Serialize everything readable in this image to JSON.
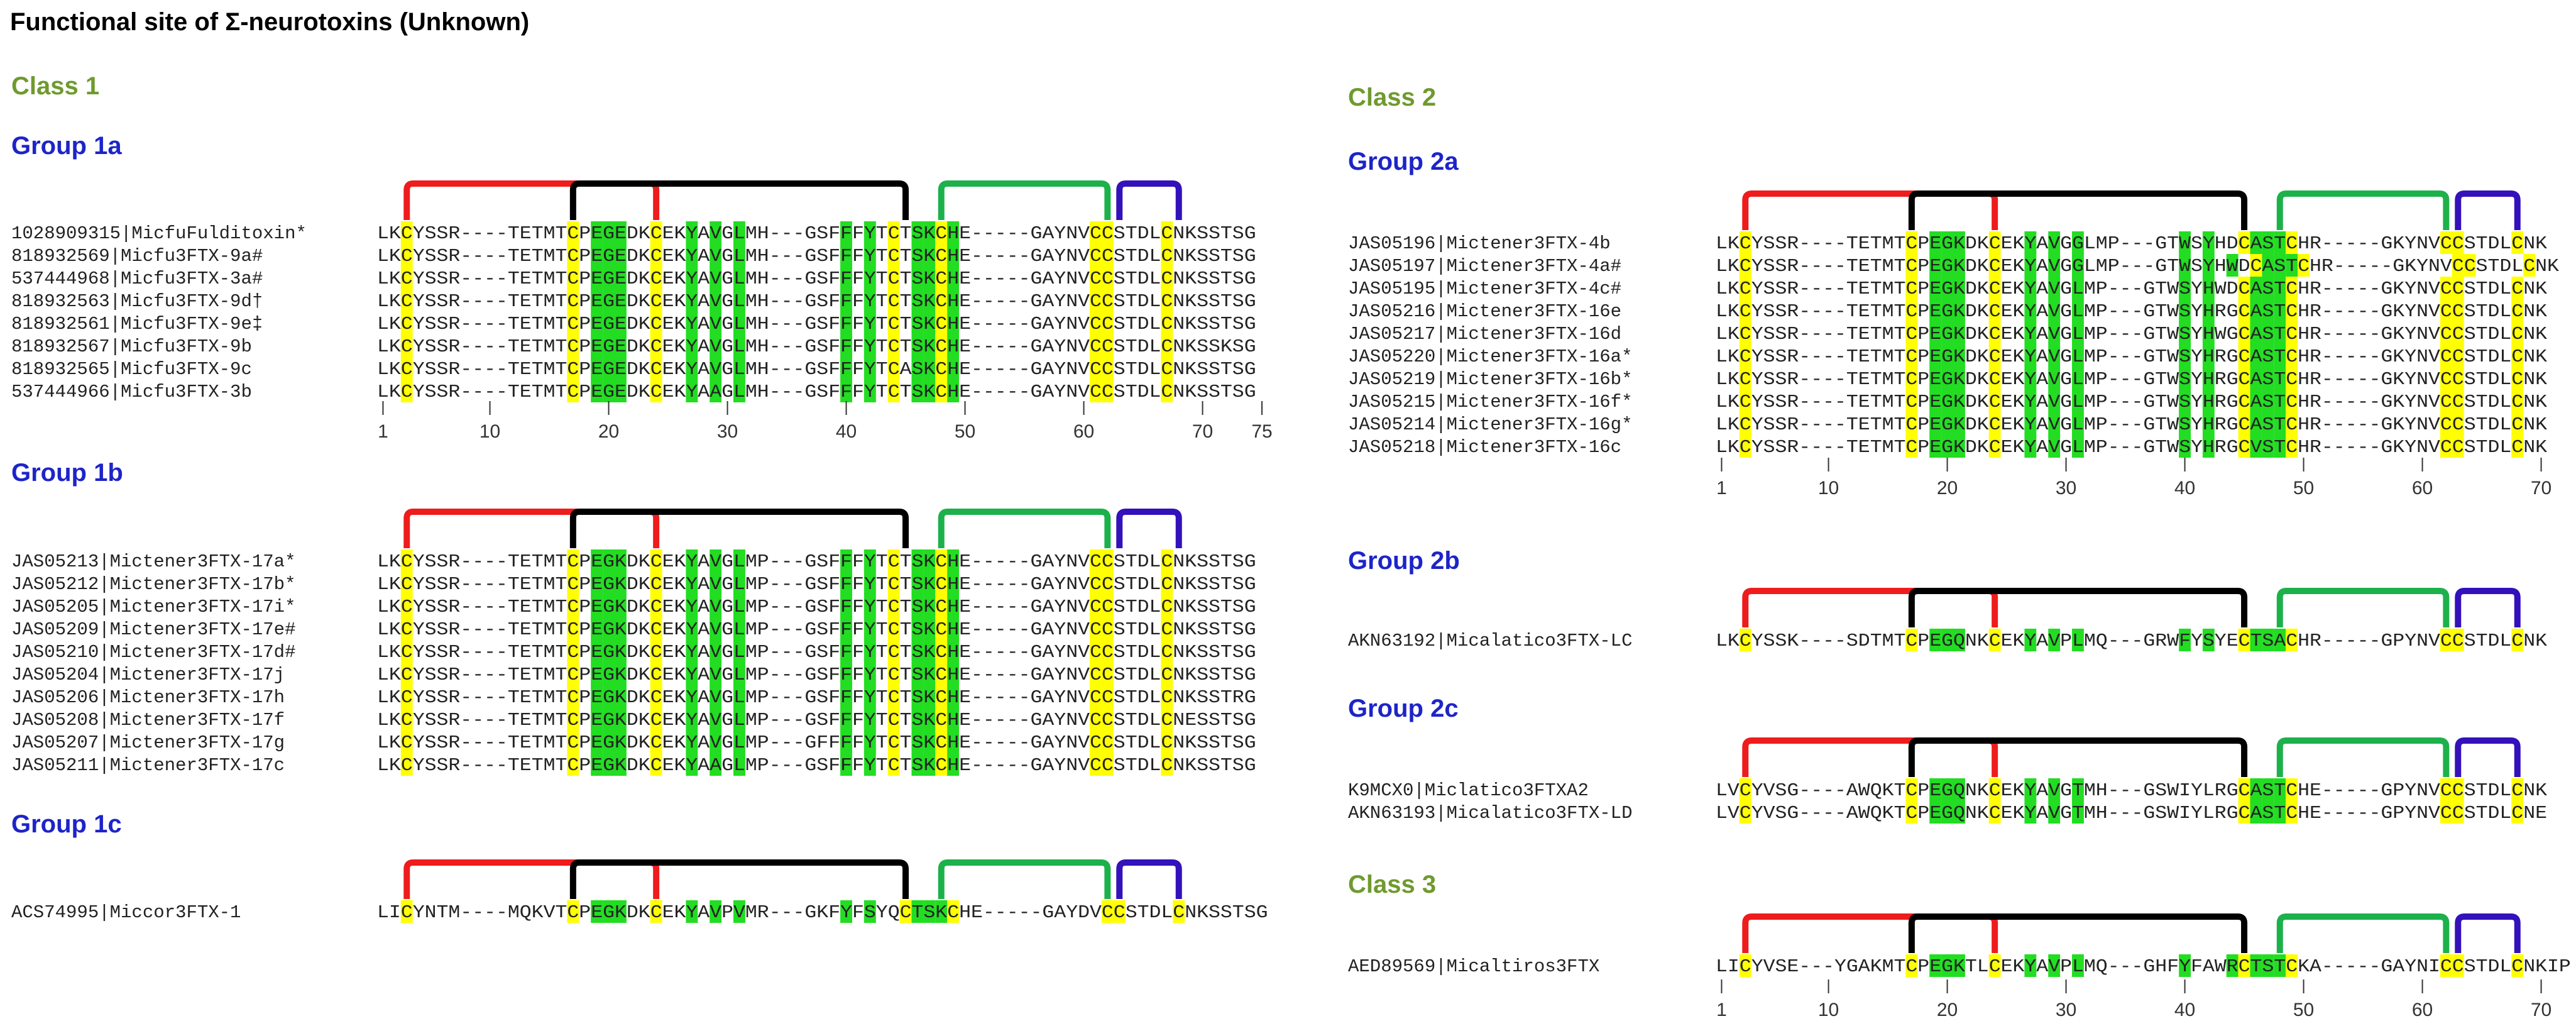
{
  "title": "Functional site of Σ-neurotoxins (Unknown)",
  "colors": {
    "class_heading": "#6f9a2f",
    "group_heading": "#1d24c8",
    "cysteine": "#ffff00",
    "conserved": "#22dd22",
    "cyan_highlight": "#22eaea",
    "magenta_highlight": "#ff22ff",
    "bracket_1": "#ee1c1c",
    "bracket_2": "#000000",
    "bracket_3": "#1db14b",
    "bracket_4": "#3311bb"
  },
  "left": {
    "class_label": "Class 1",
    "ruler_ticks": [
      "1",
      "10",
      "20",
      "30",
      "40",
      "50",
      "60",
      "70",
      "75"
    ],
    "groups": [
      {
        "name": "Group 1a",
        "rows": [
          {
            "id": "1028909315|MicfuFulditoxin*",
            "seq": "LKCYSSR----TETMTCPEGEDKCEKYAVGLMH---GSFFFYTCTSKCHE-----GAYNVCCSTDLCNKSSTSG"
          },
          {
            "id": "818932569|Micfu3FTX-9a#",
            "seq": "LKCYSSR----TETMTCPEGEDKCEKYAVGLMH---GSFFFYTCTSKCHE-----GAYNVCCSTDLCNKSSTSG"
          },
          {
            "id": "537444968|Micfu3FTX-3a#",
            "seq": "LKCYSSR----TETMTCPEGEDKCEKYAVGLMH---GSFFFYTCTSKCHE-----GAYNVCCSTDLCNKSSTSG"
          },
          {
            "id": "818932563|Micfu3FTX-9d†",
            "seq": "LKCYSSR----TETMTCPEGEDKCEKYAVGLMH---GSFFFYTCTSKCHE-----GAYNVCCSTDLCNKSSTSG"
          },
          {
            "id": "818932561|Micfu3FTX-9e‡",
            "seq": "LKCYSSR----TETMTCPEGEDKCEKYAVGLMH---GSFFFYTCTSKCHE-----GAYNVCCSTDLCNKSSTSG"
          },
          {
            "id": "818932567|Micfu3FTX-9b",
            "seq": "LKCYSSR----TETMTCPEGEDKCEKYAVGLMH---GSFFFYTCTSKCHE-----GAYNVCCSTDLCNKSSKSG"
          },
          {
            "id": "818932565|Micfu3FTX-9c",
            "seq": "LKCYSSR----TETMTCPEGEDKCEKYAVGLMH---GSFFFYTCASKCHE-----GAYNVCCSTDLCNKSSTSG"
          },
          {
            "id": "537444966|Micfu3FTX-3b",
            "seq": "LKCYSSR----TETMTCPEGEDKCEKYAAGLMH---GSFFFYTCTSKCHE-----GAYNVCCSTDLCNKSSTSG"
          }
        ]
      },
      {
        "name": "Group 1b",
        "rows": [
          {
            "id": "JAS05213|Mictener3FTX-17a*",
            "seq": "LKCYSSR----TETMTCPEGKDKCEKYAVGLMP---GSFFFYTCTSKCHE-----GAYNVCCSTDLCNKSSTSG"
          },
          {
            "id": "JAS05212|Mictener3FTX-17b*",
            "seq": "LKCYSSR----TETMTCPEGKDKCEKYAVGLMP---GSFFFYTCTSKCHE-----GAYNVCCSTDLCNKSSTSG"
          },
          {
            "id": "JAS05205|Mictener3FTX-17i*",
            "seq": "LKCYSSR----TETMTCPEGKDKCEKYAVGLMP---GSFFFYTCTSKCHE-----GAYNVCCSTDLCNKSSTSG"
          },
          {
            "id": "JAS05209|Mictener3FTX-17e#",
            "seq": "LKCYSSR----TETMTCPEGKDKCEKYAVGLMP---GSFFFYTCTSKCHE-----GAYNVCCSTDLCNKSSTSG"
          },
          {
            "id": "JAS05210|Mictener3FTX-17d#",
            "seq": "LKCYSSR----TETMTCPEGKDKCEKYAVGLMP---GSFFFYTCTSKCHE-----GAYNVCCSTDLCNKSSTSG"
          },
          {
            "id": "JAS05204|Mictener3FTX-17j",
            "seq": "LKCYSSR----TETMTCPEGKDKCEKYAVGLMP---GSFFFYTCTSKCHE-----GAYNVCCSTDLCNKSSTSG"
          },
          {
            "id": "JAS05206|Mictener3FTX-17h",
            "seq": "LKCYSSR----TETMTCPEGKDKCEKYAVGLMP---GSFFFYTCTSKCHE-----GAYNVCCSTDLCNKSSTRG"
          },
          {
            "id": "JAS05208|Mictener3FTX-17f",
            "seq": "LKCYSSR----TETMTCPEGKDKCEKYAVGLMP---GSFFFYTCTSKCHE-----GAYNVCCSTDLCNESSTSG"
          },
          {
            "id": "JAS05207|Mictener3FTX-17g",
            "seq": "LKCYSSR----TETMTCPEGKDKCEKYAVGLMP---GFFFFYTCTSKCHE-----GAYNVCCSTDLCNKSSTSG"
          },
          {
            "id": "JAS05211|Mictener3FTX-17c",
            "seq": "LKCYSSR----TETMTCPEGKDKCEKYAAGLMP---GSFFFYTCTSKCHE-----GAYNVCCSTDLCNKSSTSG"
          }
        ]
      },
      {
        "name": "Group 1c",
        "rows": [
          {
            "id": "ACS74995|Miccor3FTX-1",
            "seq": "LICYNTM----MQKVTCPEGKDKCEKYAVPVMR---GKFYFSYQCTSKCHE-----GAYDVCCSTDLCNKSSTSG"
          }
        ]
      }
    ]
  },
  "right": {
    "class_label_2": "Class 2",
    "class_label_3": "Class 3",
    "ruler_ticks": [
      "1",
      "10",
      "20",
      "30",
      "40",
      "50",
      "60",
      "70"
    ],
    "groups": [
      {
        "name": "Group 2a",
        "rows": [
          {
            "id": "JAS05196|Mictener3FTX-4b",
            "seq": "LKCYSSR----TETMTCPEGKDKCEKYAVGGLMP---GTWSYHDCASTCHR-----GKYNVCCSTDLCNK"
          },
          {
            "id": "JAS05197|Mictener3FTX-4a#",
            "seq": "LKCYSSR----TETMTCPEGKDKCEKYAVGGLMP---GTWSYHWDCASTCHR-----GKYNVCCSTDLCNK"
          },
          {
            "id": "JAS05195|Mictener3FTX-4c#",
            "seq": "LKCYSSR----TETMTCPEGKDKCEKYAVGLMP---GTWSYHWDCASTCHR-----GKYNVCCSTDLCNK"
          },
          {
            "id": "JAS05216|Mictener3FTX-16e",
            "seq": "LKCYSSR----TETMTCPEGKDKCEKYAVGLMP---GTWSYHRGCASTCHR-----GKYNVCCSTDLCNK"
          },
          {
            "id": "JAS05217|Mictener3FTX-16d",
            "seq": "LKCYSSR----TETMTCPEGKDKCEKYAVGLMP---GTWSYHWGCASTCHR-----GKYNVCCSTDLCNK"
          },
          {
            "id": "JAS05220|Mictener3FTX-16a*",
            "seq": "LKCYSSR----TETMTCPEGKDKCEKYAVGLMP---GTWSYHRGCASTCHR-----GKYNVCCSTDLCNK"
          },
          {
            "id": "JAS05219|Mictener3FTX-16b*",
            "seq": "LKCYSSR----TETMTCPEGKDKCEKYAVGLMP---GTWSYHRGCASTCHR-----GKYNVCCSTDLCNK"
          },
          {
            "id": "JAS05215|Mictener3FTX-16f*",
            "seq": "LKCYSSR----TETMTCPEGKDKCEKYAVGLMP---GTWSYHRGCASTCHR-----GKYNVCCSTDLCNK"
          },
          {
            "id": "JAS05214|Mictener3FTX-16g*",
            "seq": "LKCYSSR----TETMTCPEGKDKCEKYAVGLMP---GTWSYHRGCASTCHR-----GKYNVCCSTDLCNK"
          },
          {
            "id": "JAS05218|Mictener3FTX-16c",
            "seq": "LKCYSSR----TETMTCPEGKDKCEKYAVGLMP---GTWSYHRGCVSTCHR-----GKYNVCCSTDLCNK"
          }
        ]
      },
      {
        "name": "Group 2b",
        "rows": [
          {
            "id": "AKN63192|Micalatico3FTX-LC",
            "seq": "LKCYSSK----SDTMTCPEGQNKCEKYAVPLMQ---GRWFYSYECTSACHR-----GPYNVCCSTDLCNK"
          }
        ]
      },
      {
        "name": "Group 2c",
        "rows": [
          {
            "id": "K9MCX0|Miclatico3FTXA2",
            "seq": "LVCYVSG----AWQKTCPEGQNKCEKYAVGTMH---GSWIYLRGCASTCHE-----GPYNVCCSTDLCNK"
          },
          {
            "id": "AKN63193|Micalatico3FTX-LD",
            "seq": "LVCYVSG----AWQKTCPEGQNKCEKYAVGTMH---GSWIYLRGCASTCHE-----GPYNVCCSTDLCNE"
          }
        ]
      },
      {
        "name": "",
        "rows": [
          {
            "id": "AED89569|Micaltiros3FTX",
            "seq": "LICYVSE---YGAKMTCPEGKTLCEKYAVPLMQ---GHFYFAWRCTSTCKA-----GAYNICCSTDLCNKIP"
          }
        ]
      }
    ]
  }
}
